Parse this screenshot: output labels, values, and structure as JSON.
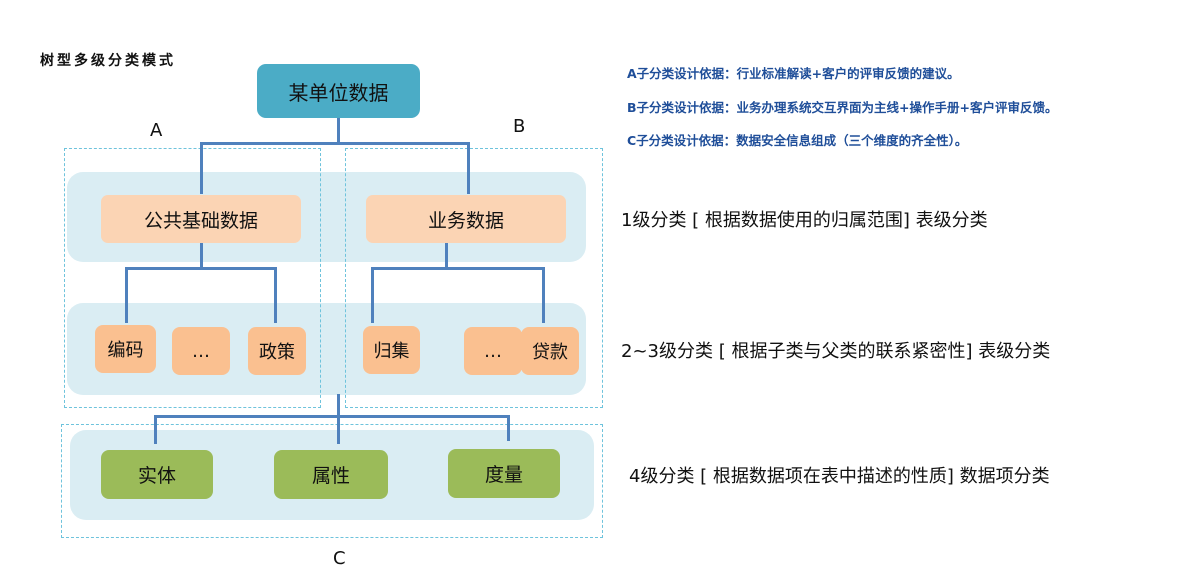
{
  "title": "树型多级分类模式",
  "root": "某单位数据",
  "group_labels": {
    "a": "A",
    "b": "B",
    "c": "C"
  },
  "level1": [
    {
      "label": "公共基础数据",
      "group": "A"
    },
    {
      "label": "业务数据",
      "group": "B"
    }
  ],
  "level2": {
    "a": [
      "编码",
      "…",
      "政策"
    ],
    "b": [
      "归集",
      "…",
      "贷款"
    ]
  },
  "level4": [
    "实体",
    "属性",
    "度量"
  ],
  "notes": [
    "A子分类设计依据：行业标准解读+客户的评审反馈的建议。",
    "B子分类设计依据：业务办理系统交互界面为主线+操作手册+客户评审反馈。",
    "C子分类设计依据：数据安全信息组成（三个维度的齐全性）。"
  ],
  "level_descriptions": [
    "1级分类  [ 根据数据使用的归属范围]   表级分类",
    "2~3级分类 [ 根据子类与父类的联系紧密性]  表级分类",
    "4级分类 [ 根据数据项在表中描述的性质] 数据项分类"
  ],
  "colors": {
    "root": "#4bacc6",
    "level1": "#fbd4b4",
    "level2": "#fac090",
    "level4": "#9bbb59",
    "band": "#daedf3",
    "connector": "#4f81bd",
    "dashed_border": "#6ec3dc",
    "note_text": "#1f4e99"
  }
}
